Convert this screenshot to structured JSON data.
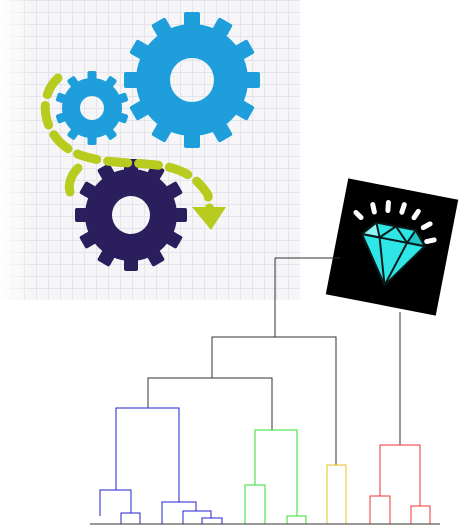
{
  "colors": {
    "gear_light_blue": "#1e9fdc",
    "gear_navy": "#2a1f5c",
    "arrow_lime": "#b8cb1f",
    "diamond_cyan": "#2ee6e6",
    "card_black": "#000000",
    "connector_gray": "#333333",
    "cluster_blue": "#2222cc",
    "cluster_green": "#33dd33",
    "cluster_yellow": "#e8c21e",
    "cluster_red": "#ee3333"
  },
  "icons": {
    "gears": "gears-process-icon",
    "diamond": "diamond-gem-icon",
    "dendrogram": "hierarchical-clustering-dendrogram"
  },
  "clusters": [
    "blue",
    "green",
    "yellow",
    "red"
  ]
}
